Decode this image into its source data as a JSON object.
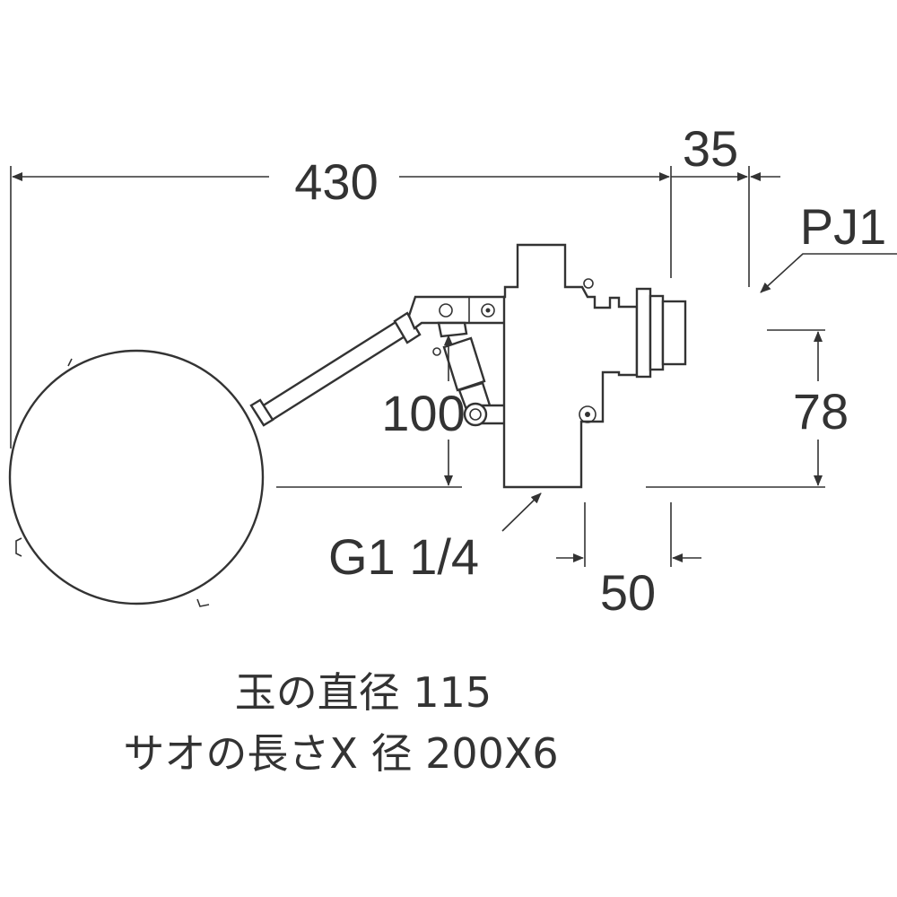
{
  "dimensions": {
    "overall_length": "430",
    "connector_length": "35",
    "connector_thread": "PJ1",
    "arm_height": "100",
    "connector_height": "78",
    "inlet_thread": "G1 1/4",
    "inlet_width": "50"
  },
  "notes": {
    "ball_diameter": "玉の直径 115",
    "rod_length_diameter": "サオの長さX 径 200X6"
  },
  "colors": {
    "line": "#333333",
    "background": "#ffffff"
  }
}
